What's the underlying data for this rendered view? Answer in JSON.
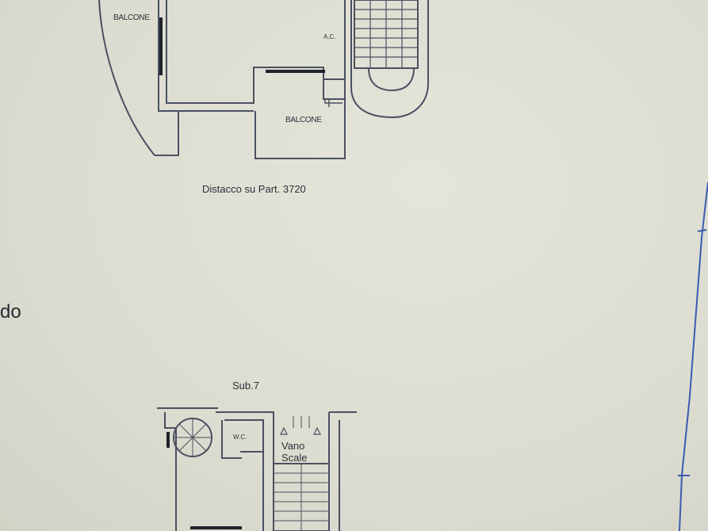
{
  "labels": {
    "balcone_upper": "BALCONE",
    "ac": "A.C.",
    "balcone_lower": "BALCONE",
    "distacco": "Distacco su Part. 3720",
    "partial_word": "do",
    "sub": "Sub.7",
    "wc": "W.C.",
    "vano": "Vano",
    "scale": "Scale"
  },
  "colors": {
    "paper": "#dedfd3",
    "lines": "#4a5060",
    "frame": "#3b5bb0"
  }
}
